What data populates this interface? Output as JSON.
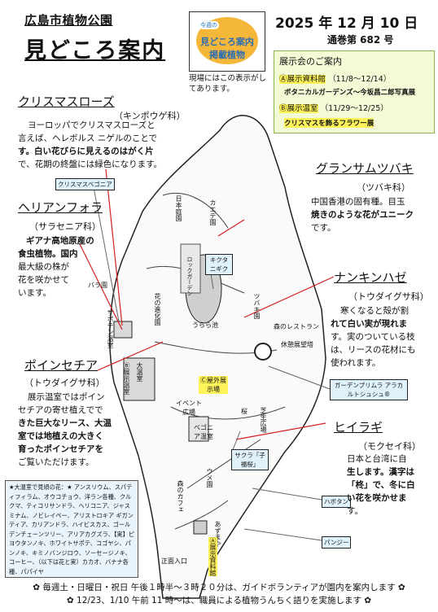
{
  "header": {
    "garden": "広島市植物公園",
    "title": "見どころ案内",
    "date": "2025 年 12 月 10 日",
    "issue": "通巻第 682 号"
  },
  "badge": {
    "tag": "今週の",
    "line1": "見どころ案内",
    "line2": "掲載植物",
    "note": "現場にはこの表示がしてあります。"
  },
  "exhibition": {
    "title": "展示会のご案内",
    "items": [
      {
        "marker": "Ⓐ",
        "place": "展示資料館",
        "dates": "（11/8～12/14）",
        "name": "ボタニカルガーデンズ～今坂昌二郎写真展"
      },
      {
        "marker": "Ⓑ",
        "place": "展示温室",
        "dates": "（11/29～12/25）",
        "name": "クリスマスを飾るフラワー展"
      }
    ]
  },
  "plants": [
    {
      "name": "クリスマスローズ",
      "family": "（キンポウゲ科）",
      "lines": [
        "ヨーロッパでクリスマスローズと",
        "言えば、ヘレボルス ニゲルのことで",
        "す。白い花びらに見えるのはがく片",
        "で、花期の終盤には緑色になります。"
      ]
    },
    {
      "name": "グランサムツバキ",
      "family": "（ツバキ科）",
      "lines": [
        "中国香港の固有種。目玉",
        "焼きのような花がユニーク",
        "です。"
      ]
    },
    {
      "name": "ヘリアンフォラ",
      "family": "（サラセニア科）",
      "lines": [
        "ギアナ高地原産の",
        "食虫植物。国内",
        "最大級の株が",
        "花を咲かせて",
        "います。"
      ]
    },
    {
      "name": "ナンキンハゼ",
      "family": "（トウダイグサ科）",
      "lines": [
        "寒くなると殻が割",
        "れて白い実が現れま",
        "す。実のついている枝",
        "は、リースの花材にも",
        "使われます。"
      ]
    },
    {
      "name": "ポインセチア",
      "family": "（トウダイグサ科）",
      "lines": [
        "展示温室ではポイン",
        "セチアの寄せ植えでで",
        "きた巨大なリース、大温",
        "室では地植えの大きく",
        "育ったポインセチアを",
        "ご覧いただけます。"
      ]
    },
    {
      "name": "ヒイラギ",
      "family": "（モクセイ科）",
      "lines": [
        "日本と台湾に自",
        "生します。漢字は",
        "「柊」で、冬に白",
        "い花を咲かせま",
        "す。"
      ]
    }
  ],
  "map": {
    "tags": [
      "クリスマスベゴニア",
      "キクタニギク",
      "ガーデンプリムラ アラカルトシュシュ®",
      "サクラ「子福桜」",
      "ハボタン",
      "パンジー"
    ],
    "labels": [
      "日本庭園",
      "カエデ園",
      "バラ園",
      "サボテン温室",
      "大温室",
      "Ⓑ展示温室",
      "花の進化園",
      "ロックガーデン",
      "うらら池",
      "ツバキ園",
      "森のレストラン",
      "休憩展望塔",
      "Ⓒ屋外展示場",
      "イベント広場",
      "ベゴニア温室",
      "芝生広場",
      "桜",
      "ウメ園",
      "森のカフェ",
      "あずまや",
      "正面入口",
      "Ⓐ展示資料館"
    ]
  },
  "legend": {
    "text": "★大温室で見頃の花：★ アンスリウム、スパティフィラム、オウコチョウ、洋ラン各種、クルクマ、ティコリサンドラ、ヘリコニア、ジャスミナム、ノビレイペー、アリストロキア ギガンティア、カリアンドラ、ハイビスカス、ゴールデンチェーンツリー、アリアカグズラ、【実】ピヨウタンノキ、ホワイトサポテ、コゴヤシ、パンノキ、キミノバンジロウ、ソーセージノキ、コーヒー、（以下は花と実）カカオ、バナナ各種、パパイヤ"
  },
  "footer": {
    "line1": "✿ 毎週土・日曜日・祝日 午後１時半～３時２０分は、ガイドボランティアが園内を案内します ✿",
    "line2": "✿ 12/23、1/10 午前 11 時～は、職員による植物うんちく語りを実施します ✿"
  }
}
